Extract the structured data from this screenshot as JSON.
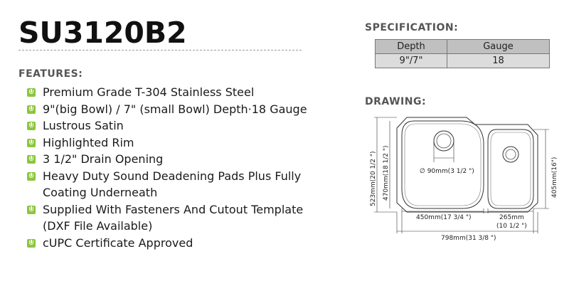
{
  "model": "SU3120B2",
  "features": {
    "heading": "FEATURES:",
    "items": [
      "Premium Grade T-304 Stainless Steel",
      "9\"(big Bowl) / 7\" (small Bowl) Depth·18 Gauge",
      "Lustrous Satin",
      "Highlighted Rim",
      "3 1/2\" Drain Opening",
      "Heavy Duty Sound Deadening Pads Plus Fully Coating Underneath",
      "Supplied With Fasteners And Cutout Template (DXF File Available)",
      "cUPC Certificate Approved"
    ]
  },
  "specification": {
    "heading": "SPECIFICATION:",
    "headers": [
      "Depth",
      "Gauge"
    ],
    "values": [
      "9\"/7\"",
      "18"
    ]
  },
  "drawing": {
    "heading": "DRAWING:",
    "labels": {
      "drain": "∅ 90mm(3 1/2 \")",
      "height_outer": "523mm(20 1/2 \")",
      "height_big_bowl": "470mm(18 1/2 \")",
      "height_small_bowl": "405mm(16\")",
      "width_big_bowl": "450mm(17 3/4 \")",
      "width_small_bowl_mm": "265mm",
      "width_small_bowl_in": "(10 1/2 \")",
      "width_total": "798mm(31 3/8 \")"
    }
  },
  "colors": {
    "bullet": "#8cc63f",
    "table_header": "#c0c0c0",
    "table_cell": "#dcdcdc"
  }
}
